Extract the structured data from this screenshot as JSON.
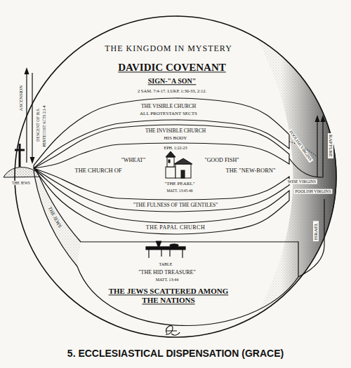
{
  "diagram": {
    "caption": "5. ECCLESIASTICAL DISPENSATION (GRACE)",
    "nodes": [
      {
        "text": [
          "THE KINGDOM IN MYSTERY",
          "DAVIDIC COVENANT",
          "SIGN-\"A SON\"",
          "2 SAM. 7:4-17. LUKE 1:30-33, 2:12."
        ]
      },
      {
        "text": [
          "THE VISIBLE CHURCH",
          "ALL PROTESTANT SECTS"
        ],
        "in": 0
      },
      {
        "text": [
          "THE INVISIBLE CHURCH",
          "HIS BODY",
          "EPH. 1:22-23",
          "\"WHEAT\"",
          "\"GOOD FISH\"",
          "THE CHURCH OF",
          "THE \"NEW-BORN\"",
          "\"THE PEARL\"",
          "MATT. 13:45-46",
          "\"THE FULNESS OF THE GENTILES\""
        ],
        "in": 0
      },
      {
        "text": [
          "THE PAPAL CHURCH"
        ],
        "in": 0
      },
      {
        "text": [
          "THE JEWS",
          "TABLE",
          "\"THE HID TREASURE\"",
          "MATT. 13:44",
          "THE JEWS SCATTERED AMONG THE NATIONS"
        ],
        "in": 0
      }
    ],
    "labels": [
      "THE JEWS",
      "ASCENSION",
      "DESCENT OF H.S.",
      "PENTECOST ACTS 2:1-4",
      "FOOLISH VIRGINS",
      "RAPTURE",
      "WISE VIRGINS",
      "FOOLISH VIRGINS",
      "ISRAEL"
    ]
  }
}
